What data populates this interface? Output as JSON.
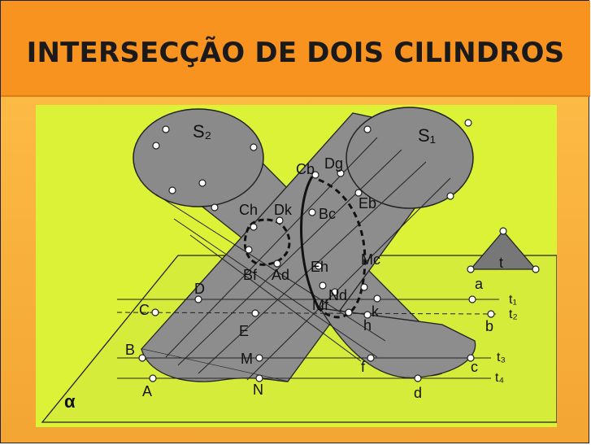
{
  "title": "INTERSECÇÃO DE DOIS CILINDROS",
  "colors": {
    "background": "#f7931e",
    "figure_background": "#dcf236",
    "cylinder_fill": "#8a8a8a"
  },
  "labels": {
    "S2": "S₂",
    "S1": "S₁",
    "Cb": "Cb",
    "Dg": "Dg",
    "Eb": "Eb",
    "Bc": "Bc",
    "Ch": "Ch",
    "Dk": "Dk",
    "Bf": "Bf",
    "Ad": "Ad",
    "Eh": "Eh",
    "Mc": "Mc",
    "Nd": "Nd",
    "Mf": "Mf",
    "D": "D",
    "C": "C",
    "B": "B",
    "A": "A",
    "E": "E",
    "M": "M",
    "N": "N",
    "a": "a",
    "b": "b",
    "c": "c",
    "d": "d",
    "f": "f",
    "h": "h",
    "k": "k",
    "t": "t",
    "t1": "t₁",
    "t2": "t₂",
    "t3": "t₃",
    "t4": "t₄",
    "alpha": "α"
  }
}
